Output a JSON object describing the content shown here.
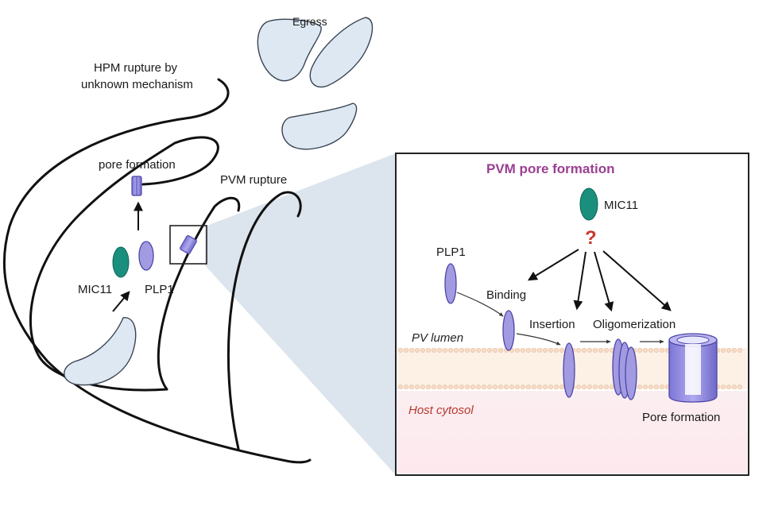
{
  "labels": {
    "egress": "Egress",
    "hpm_rupture_line1": "HPM rupture by",
    "hpm_rupture_line2": "unknown mechanism",
    "pore_formation_left": "pore formation",
    "pvm_rupture": "PVM rupture",
    "mic11_left": "MIC11",
    "plp1_left": "PLP1"
  },
  "inset": {
    "title": "PVM pore formation",
    "mic11": "MIC11",
    "question": "?",
    "plp1": "PLP1",
    "binding": "Binding",
    "insertion": "Insertion",
    "oligomerization": "Oligomerization",
    "pv_lumen": "PV lumen",
    "host_cytosol": "Host cytosol",
    "pore_formation": "Pore formation"
  },
  "colors": {
    "title": "#9b3f93",
    "question": "#c8372d",
    "host_cytosol": "#b8382e",
    "plp1": "#a29be2",
    "mic11": "#1b8f7e",
    "parasite_fill": "#dde8f3",
    "zoom_wedge": "#d6dfea"
  }
}
